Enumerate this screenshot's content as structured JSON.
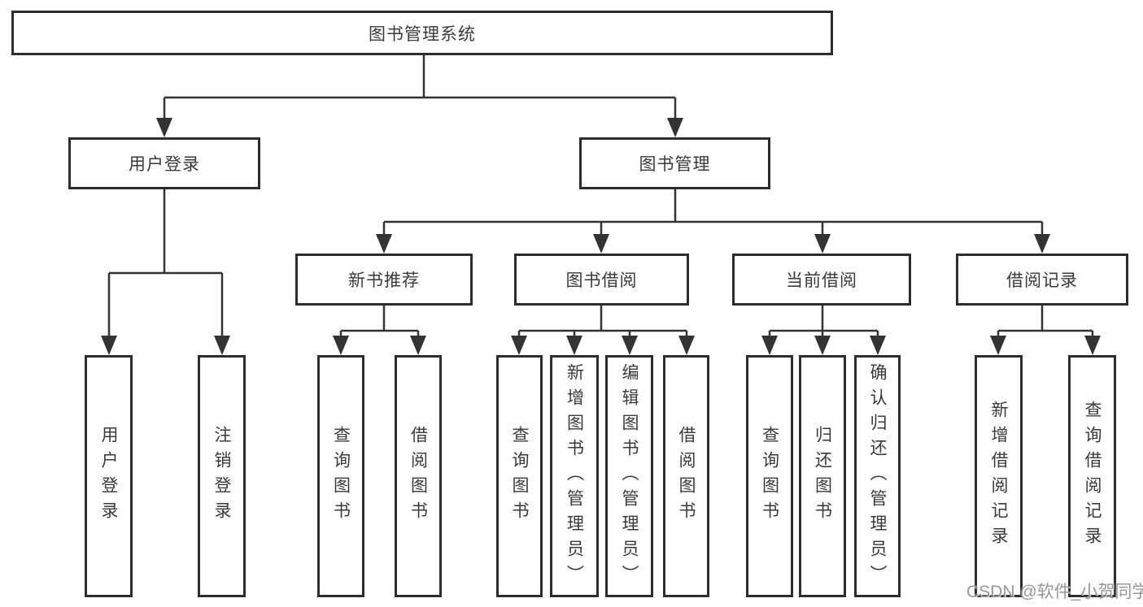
{
  "type": "tree-diagram",
  "colors": {
    "background": "#ffffff",
    "line": "#333333",
    "box_border": "#2d2d2d",
    "text": "#3a3a3a",
    "watermark": "#7d7d7d"
  },
  "tree": {
    "root": "图书管理系统",
    "children": [
      {
        "label": "用户登录",
        "children": [
          "用户登录",
          "注销登录"
        ]
      },
      {
        "label": "图书管理",
        "children": [
          {
            "label": "新书推荐",
            "children": [
              "查询图书",
              "借阅图书"
            ]
          },
          {
            "label": "图书借阅",
            "children": [
              "查询图书",
              "新增图书（管理员）",
              "编辑图书（管理员）",
              "借阅图书"
            ]
          },
          {
            "label": "当前借阅",
            "children": [
              "查询图书",
              "归还图书",
              "确认归还（管理员）"
            ]
          },
          {
            "label": "借阅记录",
            "children": [
              "新增借阅记录",
              "查询借阅记录"
            ]
          }
        ]
      }
    ]
  },
  "watermark": "CSDN @软件_小贺同学"
}
